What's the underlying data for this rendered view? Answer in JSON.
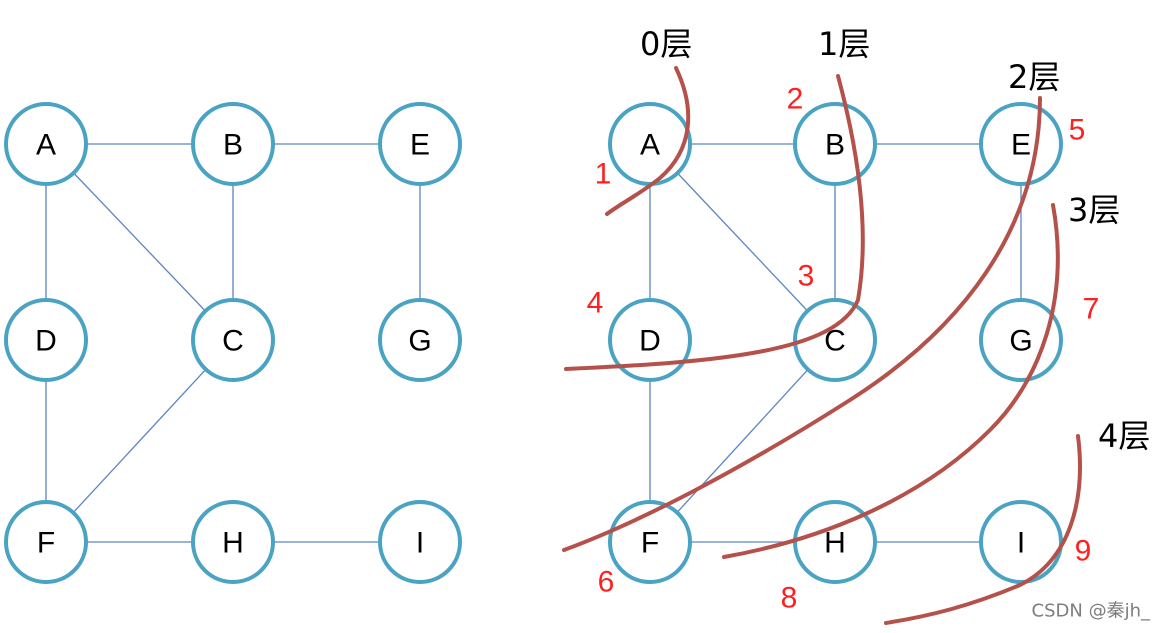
{
  "left_graph": {
    "nodes": [
      {
        "id": "A",
        "label": "A"
      },
      {
        "id": "B",
        "label": "B"
      },
      {
        "id": "E",
        "label": "E"
      },
      {
        "id": "D",
        "label": "D"
      },
      {
        "id": "C",
        "label": "C"
      },
      {
        "id": "G",
        "label": "G"
      },
      {
        "id": "F",
        "label": "F"
      },
      {
        "id": "H",
        "label": "H"
      },
      {
        "id": "I",
        "label": "I"
      }
    ],
    "edges": [
      [
        "A",
        "B"
      ],
      [
        "B",
        "E"
      ],
      [
        "A",
        "D"
      ],
      [
        "A",
        "C"
      ],
      [
        "B",
        "C"
      ],
      [
        "E",
        "G"
      ],
      [
        "D",
        "F"
      ],
      [
        "C",
        "F"
      ],
      [
        "F",
        "H"
      ],
      [
        "H",
        "I"
      ]
    ]
  },
  "right_graph": {
    "nodes": [
      {
        "id": "A",
        "label": "A"
      },
      {
        "id": "B",
        "label": "B"
      },
      {
        "id": "E",
        "label": "E"
      },
      {
        "id": "D",
        "label": "D"
      },
      {
        "id": "C",
        "label": "C"
      },
      {
        "id": "G",
        "label": "G"
      },
      {
        "id": "F",
        "label": "F"
      },
      {
        "id": "H",
        "label": "H"
      },
      {
        "id": "I",
        "label": "I"
      }
    ],
    "edges": [
      [
        "A",
        "B"
      ],
      [
        "B",
        "E"
      ],
      [
        "A",
        "D"
      ],
      [
        "A",
        "C"
      ],
      [
        "B",
        "C"
      ],
      [
        "E",
        "G"
      ],
      [
        "D",
        "F"
      ],
      [
        "C",
        "F"
      ],
      [
        "F",
        "H"
      ],
      [
        "H",
        "I"
      ]
    ],
    "layers": [
      {
        "label": "0层"
      },
      {
        "label": "1层"
      },
      {
        "label": "2层"
      },
      {
        "label": "3层"
      },
      {
        "label": "4层"
      }
    ],
    "visit_order": [
      {
        "node": "A",
        "label": "1"
      },
      {
        "node": "B",
        "label": "2"
      },
      {
        "node": "C",
        "label": "3"
      },
      {
        "node": "D",
        "label": "4"
      },
      {
        "node": "E",
        "label": "5"
      },
      {
        "node": "F",
        "label": "6"
      },
      {
        "node": "G",
        "label": "7"
      },
      {
        "node": "H",
        "label": "8"
      },
      {
        "node": "I",
        "label": "9"
      }
    ]
  },
  "colors": {
    "node_stroke": "#4aa3c2",
    "edge": "#5b86c2",
    "layer_curve": "#b5514b",
    "order_text": "#ff1f1f"
  },
  "watermark": "CSDN @秦jh_"
}
